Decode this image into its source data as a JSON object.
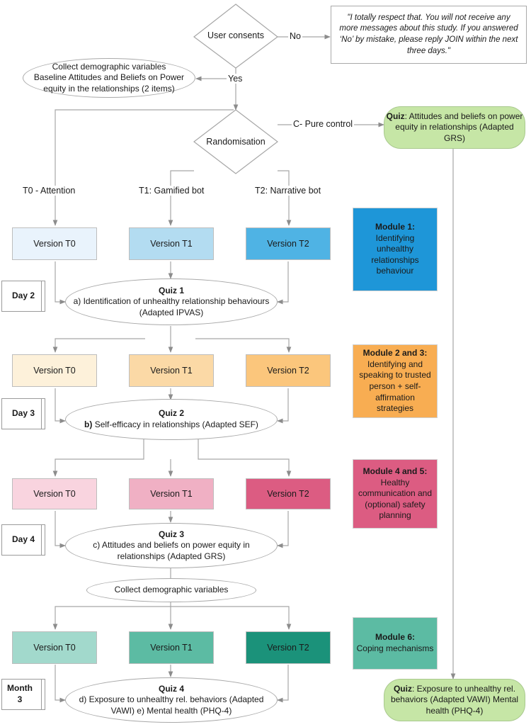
{
  "consent": {
    "label": "User consents"
  },
  "edges": {
    "no": "No",
    "yes": "Yes",
    "c_control": "C- Pure control",
    "t0": "T0 - Attention",
    "t1": "T1: Gamified bot",
    "t2": "T2: Narrative bot"
  },
  "optout_note": "\"I totally respect that. You will not receive any more messages about this study. If you answered ‘No’ by mistake, please reply JOIN within the next three days.\"",
  "baseline": {
    "line1": "Collect demographic variables",
    "line2": "Baseline Attitudes and Beliefs on Power equity in the relationships  (2 items)"
  },
  "randomisation": {
    "label": "Randomisation"
  },
  "control_quiz": {
    "title": "Quiz",
    "text": ": Attitudes and beliefs on power equity in relationships (Adapted GRS)"
  },
  "final_quiz_control": {
    "title": "Quiz",
    "text": ": Exposure to unhealthy rel. behaviors (Adapted VAWI) Mental health (PHQ-4)"
  },
  "versions": {
    "t0": "Version T0",
    "t1": "Version T1",
    "t2": "Version T2"
  },
  "stages": [
    {
      "day": "Day 2",
      "quiz_title": "Quiz 1",
      "quiz_prefix": "",
      "quiz_text": "a) Identification of unhealthy relationship behaviours (Adapted IPVAS)",
      "module_title": "Module 1:",
      "module_text": "Identifying unhealthy relationships behaviour"
    },
    {
      "day": "Day 3",
      "quiz_title": "Quiz 2",
      "quiz_prefix": "b)",
      "quiz_text": " Self-efficacy in relationships (Adapted SEF)",
      "module_title": "Module 2 and 3:",
      "module_text": "Identifying and speaking to trusted person + self-affirmation strategies"
    },
    {
      "day": "Day 4",
      "quiz_title": "Quiz 3",
      "quiz_prefix": "",
      "quiz_text": "c) Attitudes and beliefs on power equity in relationships (Adapted GRS)",
      "module_title": "Module 4 and 5:",
      "module_text": "Healthy communication and (optional) safety planning"
    },
    {
      "day": "Month 3",
      "quiz_title": "Quiz 4",
      "quiz_prefix": "",
      "quiz_text": "d) Exposure to unhealthy rel. behaviors  (Adapted VAWI) e) Mental health (PHQ-4)",
      "module_title": "Module 6:",
      "module_text": "Coping mechanisms"
    }
  ],
  "collect_demographics": "Collect demographic variables",
  "colors": {
    "stage1": [
      "#e9f3fc",
      "#b3dcf1",
      "#4fb3e4"
    ],
    "module1": "#1e96d8",
    "stage2": [
      "#fdf1da",
      "#fbd9a6",
      "#fbc67c"
    ],
    "module2": "#f8ad52",
    "stage3": [
      "#f9d4df",
      "#f0b0c4",
      "#dc5c82"
    ],
    "module3": "#dc5c82",
    "stage4": [
      "#a2d9cc",
      "#5cbba3",
      "#1b927a"
    ],
    "module4": "#5cbba3",
    "green": "#c6e6a6",
    "line": "#a6a6a6"
  }
}
